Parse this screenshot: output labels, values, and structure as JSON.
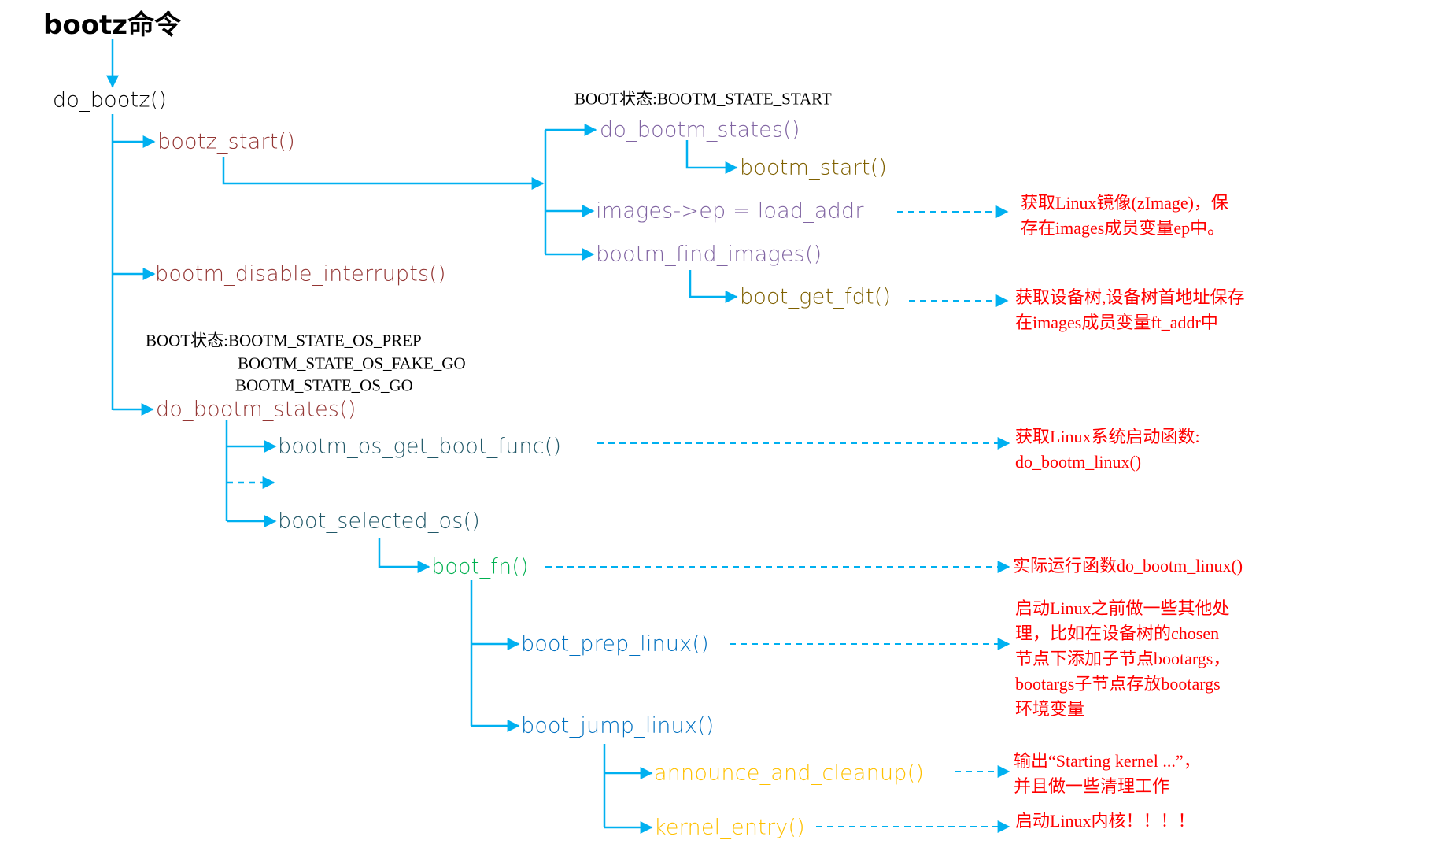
{
  "title": "bootz命令",
  "colors": {
    "connector": "#00B0F0",
    "note": "#FF0000",
    "level0": "#000000",
    "level1": "#943634",
    "level2_start": "#8064A2",
    "level3_start": "#7F6000",
    "level2_os": "#215868",
    "boot_fn": "#00B050",
    "level4": "#0070C0",
    "level5": "#FFC000"
  },
  "nodes": {
    "do_bootz": "do_bootz()",
    "bootz_start": "bootz_start()",
    "do_bootm_states_start": "do_bootm_states()",
    "bootm_start": "bootm_start()",
    "images_ep": "images->ep = load_addr",
    "bootm_find_images": "bootm_find_images()",
    "boot_get_fdt": "boot_get_fdt()",
    "bootm_disable_interrupts": "bootm_disable_interrupts()",
    "do_bootm_states_os": "do_bootm_states()",
    "bootm_os_get_boot_func": "bootm_os_get_boot_func()",
    "boot_selected_os": "boot_selected_os()",
    "boot_fn": "boot_fn()",
    "boot_prep_linux": "boot_prep_linux()",
    "boot_jump_linux": "boot_jump_linux()",
    "announce_and_cleanup": "announce_and_cleanup()",
    "kernel_entry": "kernel_entry()"
  },
  "states": {
    "start": "BOOT状态:BOOTM_STATE_START",
    "os": [
      "BOOT状态:BOOTM_STATE_OS_PREP",
      "BOOTM_STATE_OS_FAKE_GO",
      "BOOTM_STATE_OS_GO"
    ]
  },
  "notes": {
    "images_ep": [
      "获取Linux镜像(zImage)，保",
      "存在images成员变量ep中。"
    ],
    "boot_get_fdt": [
      "获取设备树,设备树首地址保存",
      "在images成员变量ft_addr中"
    ],
    "bootm_os_get_boot_func": [
      "获取Linux系统启动函数:",
      "do_bootm_linux()"
    ],
    "boot_fn": [
      "实际运行函数do_bootm_linux()"
    ],
    "boot_prep_linux": [
      "启动Linux之前做一些其他处",
      "理，比如在设备树的chosen",
      "节点下添加子节点bootargs，",
      "bootargs子节点存放bootargs",
      "环境变量"
    ],
    "announce_and_cleanup": [
      "输出“Starting kernel ...”，",
      "并且做一些清理工作"
    ],
    "kernel_entry": [
      "启动Linux内核！！！！"
    ]
  }
}
